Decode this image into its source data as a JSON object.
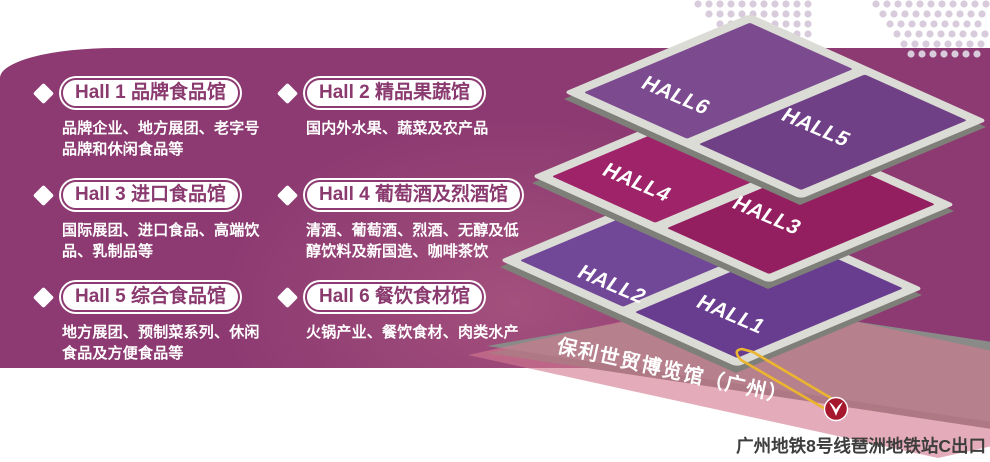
{
  "panel": {
    "halls": [
      {
        "name": "Hall 1 品牌食品馆",
        "desc": "品牌企业、地方展团、老字号品牌和休闲食品等"
      },
      {
        "name": "Hall 2 精品果蔬馆",
        "desc": "国内外水果、蔬菜及农产品"
      },
      {
        "name": "Hall 3 进口食品馆",
        "desc": "国际展团、进口食品、高端饮品、乳制品等"
      },
      {
        "name": "Hall 4 葡萄酒及烈酒馆",
        "desc": "清酒、葡萄酒、烈酒、无醇及低醇饮料及新国造、咖啡茶饮"
      },
      {
        "name": "Hall 5 综合食品馆",
        "desc": "地方展团、预制菜系列、休闲食品及方便食品等"
      },
      {
        "name": "Hall 6 餐饮食材馆",
        "desc": "火锅产业、餐饮食材、肉类水产"
      }
    ]
  },
  "building": {
    "floors": [
      {
        "left": "HALL6",
        "right": "HALL5"
      },
      {
        "left": "HALL4",
        "right": "HALL3"
      },
      {
        "left": "HALL2",
        "right": "HALL1"
      }
    ],
    "venue_label": "保利世贸博览馆（广州）",
    "metro_note": "广州地铁8号线琶洲地铁站C出口"
  },
  "colors": {
    "background_purple": "#8C3A71",
    "floor_top": "#7B4A8F",
    "floor_middle": "#9F2369",
    "floor_bottom": "#714798",
    "slab_frame": "#DBDCD5",
    "base_gray": "#8A8B89",
    "base_pink": "#D4798F",
    "route_yellow": "#EBB52F",
    "metro_red": "#A5182E"
  }
}
